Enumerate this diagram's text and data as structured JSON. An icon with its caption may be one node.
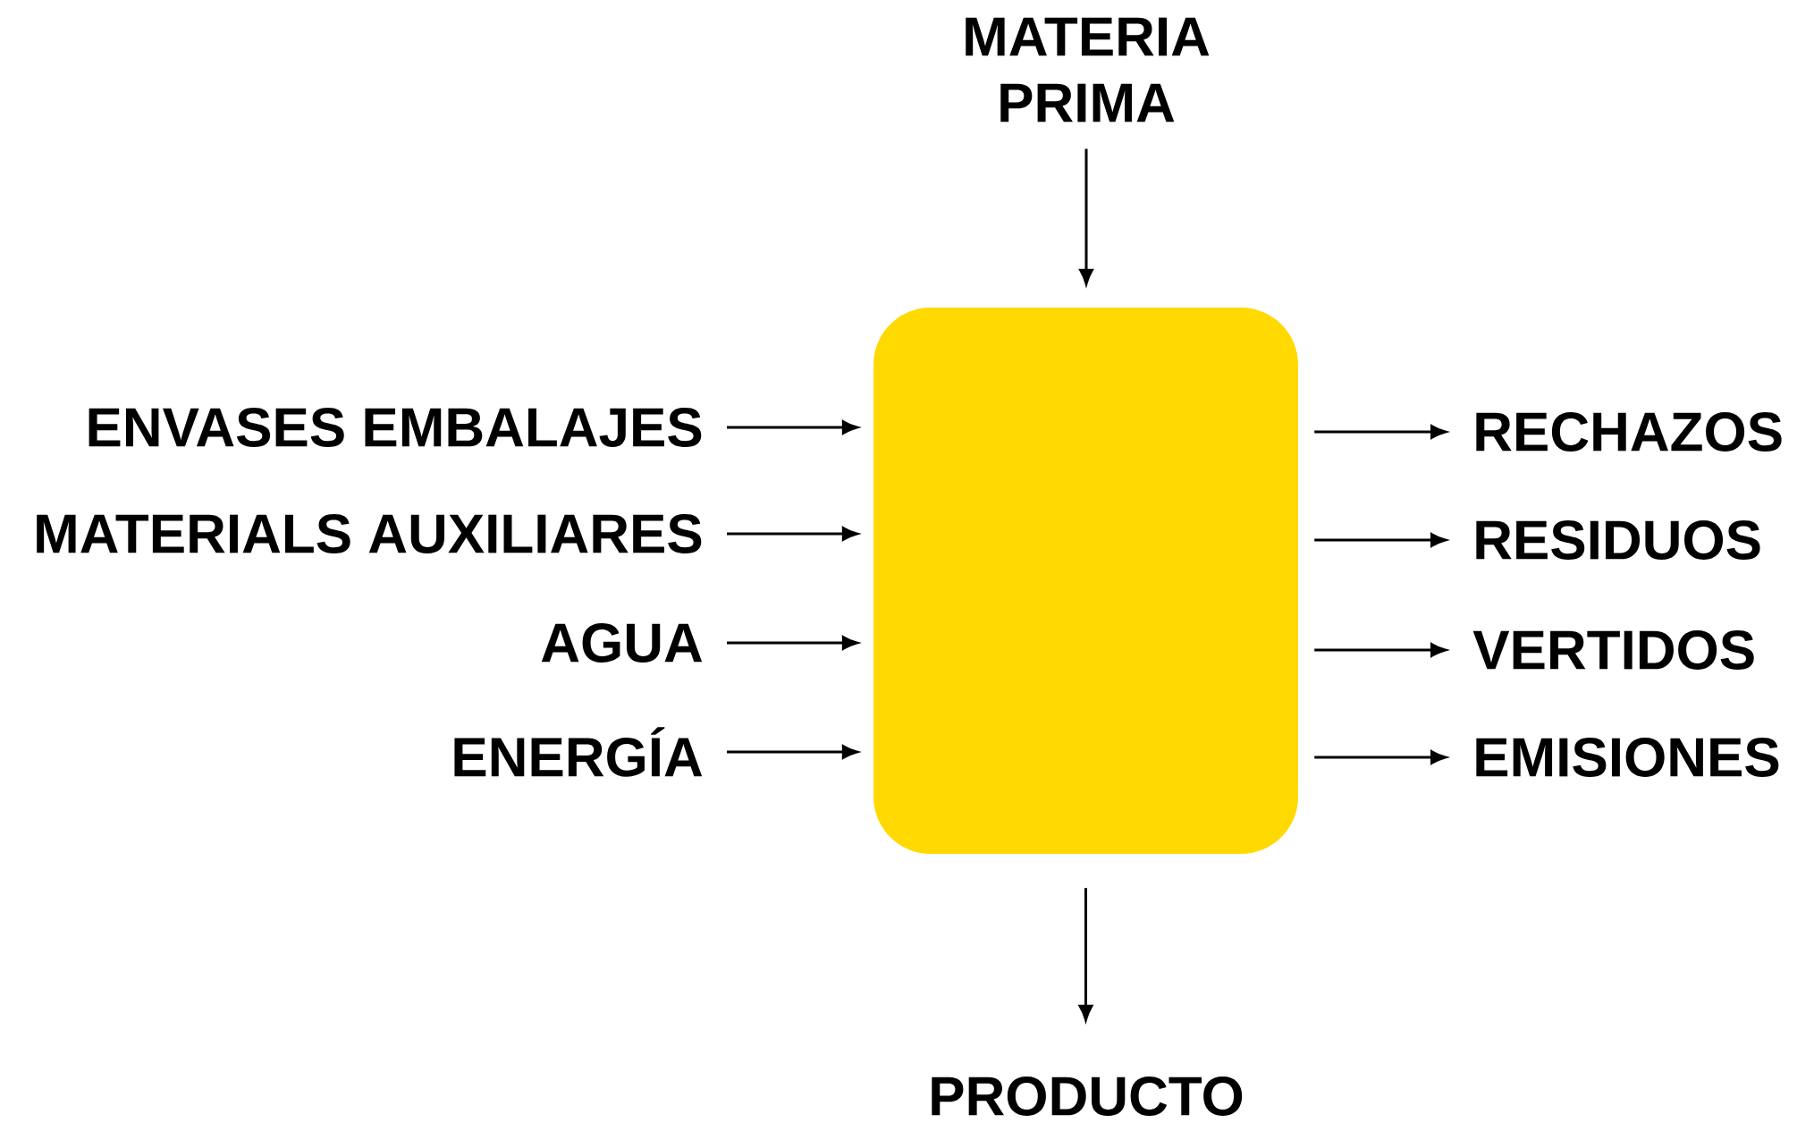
{
  "diagram": {
    "nodes": [
      {
        "text": [
          "MATERIA PRIMA"
        ]
      },
      {
        "text": [
          "ENVASES EMBALAJES"
        ]
      },
      {
        "text": [
          "MATERIALS AUXILIARES"
        ]
      },
      {
        "text": [
          "AGUA"
        ]
      },
      {
        "text": [
          "ENERGÍA"
        ]
      },
      {
        "text": [],
        "shape": "box"
      },
      {
        "text": [
          "RECHAZOS"
        ]
      },
      {
        "text": [
          "RESIDUOS"
        ]
      },
      {
        "text": [
          "VERTIDOS"
        ]
      },
      {
        "text": [
          "EMISIONES"
        ]
      },
      {
        "text": [
          "PRODUCTO"
        ]
      }
    ],
    "edges": [
      {
        "from": 0,
        "to": 5,
        "arrow": "to"
      },
      {
        "from": 1,
        "to": 5,
        "arrow": "to"
      },
      {
        "from": 2,
        "to": 5,
        "arrow": "to"
      },
      {
        "from": 3,
        "to": 5,
        "arrow": "to"
      },
      {
        "from": 4,
        "to": 5,
        "arrow": "to"
      },
      {
        "from": 5,
        "to": 6,
        "arrow": "to"
      },
      {
        "from": 5,
        "to": 7,
        "arrow": "to"
      },
      {
        "from": 5,
        "to": 8,
        "arrow": "to"
      },
      {
        "from": 5,
        "to": 9,
        "arrow": "to"
      },
      {
        "from": 5,
        "to": 10,
        "arrow": "to"
      }
    ]
  }
}
